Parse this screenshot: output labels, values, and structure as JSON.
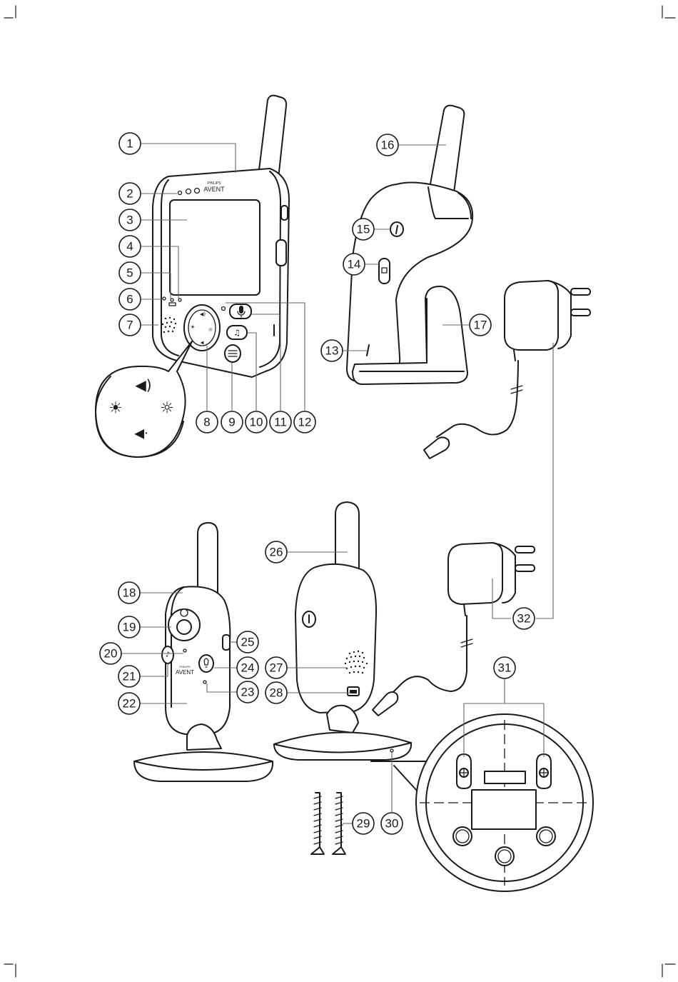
{
  "brand": {
    "maker": "PHILIPS",
    "product_line": "AVENT"
  },
  "callouts": [
    "1",
    "2",
    "3",
    "4",
    "5",
    "6",
    "7",
    "8",
    "9",
    "10",
    "11",
    "12",
    "13",
    "14",
    "15",
    "16",
    "17",
    "18",
    "19",
    "20",
    "21",
    "22",
    "23",
    "24",
    "25",
    "26",
    "27",
    "28",
    "29",
    "30",
    "31",
    "32"
  ],
  "icons": {
    "zoom_pad": [
      "volume-up-icon",
      "brightness-down-icon",
      "brightness-up-icon",
      "volume-down-icon"
    ],
    "buttons": [
      "talk-icon",
      "lullaby-icon",
      "menu-icon",
      "night-light-icon"
    ]
  },
  "colors": {
    "ink": "#1a1a1a",
    "paper": "#ffffff",
    "leader": "#666666"
  }
}
